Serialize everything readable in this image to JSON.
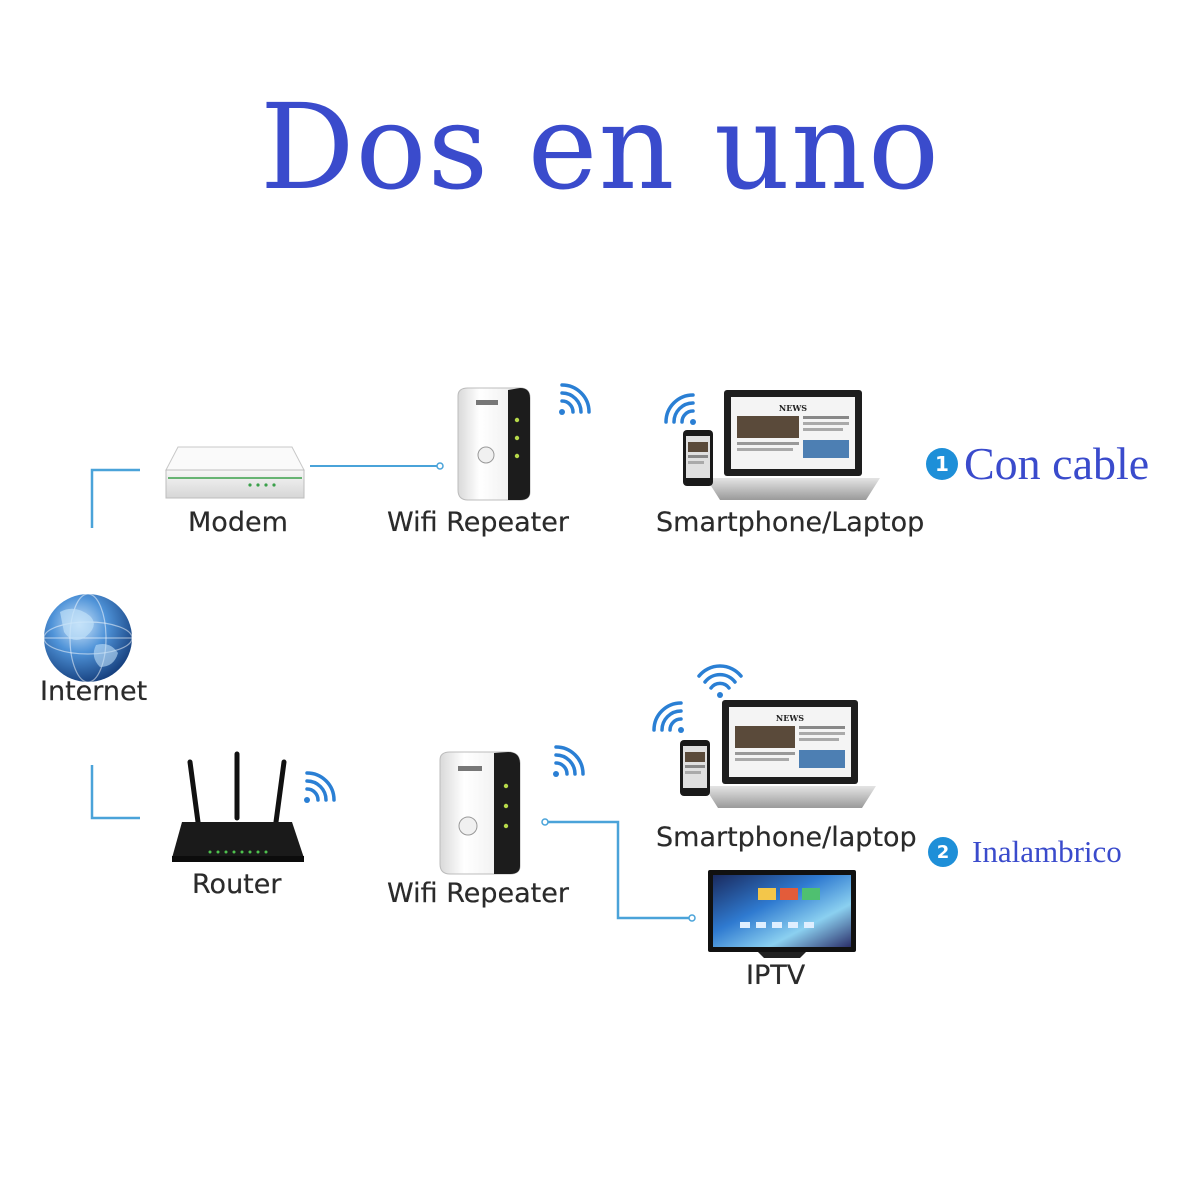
{
  "title": "Dos en uno",
  "internet": {
    "label": "Internet"
  },
  "wired": {
    "badge": "1",
    "mode_label": "Con cable",
    "modem_label": "Modem",
    "repeater_label": "Wifi Repeater",
    "device_label": "Smartphone/Laptop",
    "laptop_screen_text": "NEWS"
  },
  "wireless": {
    "badge": "2",
    "mode_label": "Inalambrico",
    "router_label": "Router",
    "repeater_label": "Wifi Repeater",
    "device_label": "Smartphone/laptop",
    "tv_label": "IPTV",
    "laptop_screen_text": "NEWS"
  },
  "colors": {
    "title": "#3a4bcc",
    "connector": "#4aa3d9",
    "badge": "#1e8fd8",
    "wifi": "#2a7fd4"
  }
}
